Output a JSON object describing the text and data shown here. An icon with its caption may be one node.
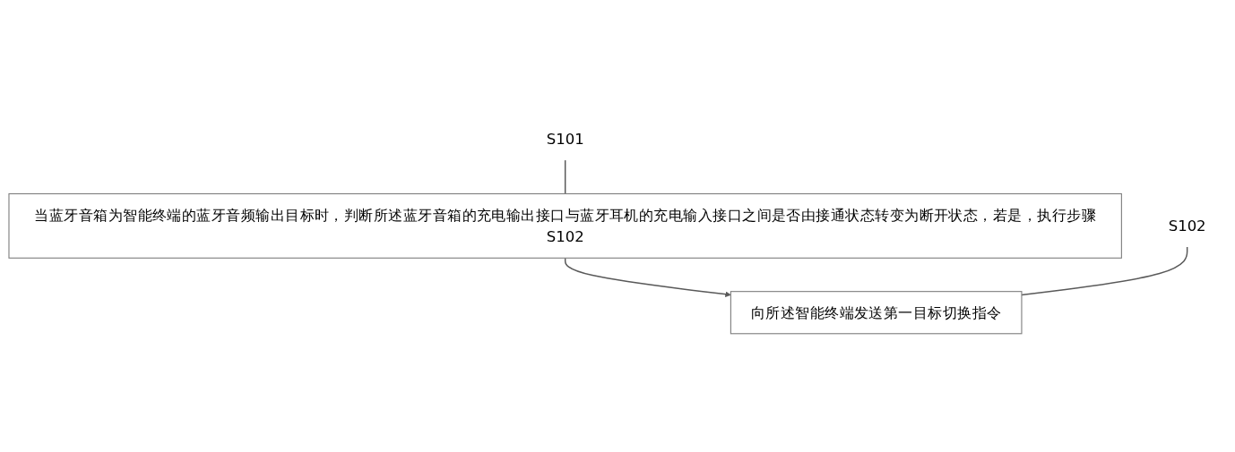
{
  "diagram": {
    "nodes": [
      {
        "text": [
          "当蓝牙音箱为智能终端的蓝牙音频输出目标时，判断所述蓝牙音箱的充电输出接口与蓝牙耳机的充电输入接口之间是否由接通状态转变为断开状态，若是，执行步骤S102"
        ]
      },
      {
        "text": [
          "S101"
        ]
      },
      {
        "text": [
          "向所述智能终端发送第一目标切换指令"
        ]
      },
      {
        "text": [
          "S102"
        ]
      }
    ],
    "edges": [
      {
        "from": 0,
        "to": 2,
        "arrow": "to"
      },
      {
        "from": 1,
        "to": 0,
        "arrow": "none"
      },
      {
        "from": 3,
        "to": 2,
        "arrow": "none"
      }
    ]
  }
}
